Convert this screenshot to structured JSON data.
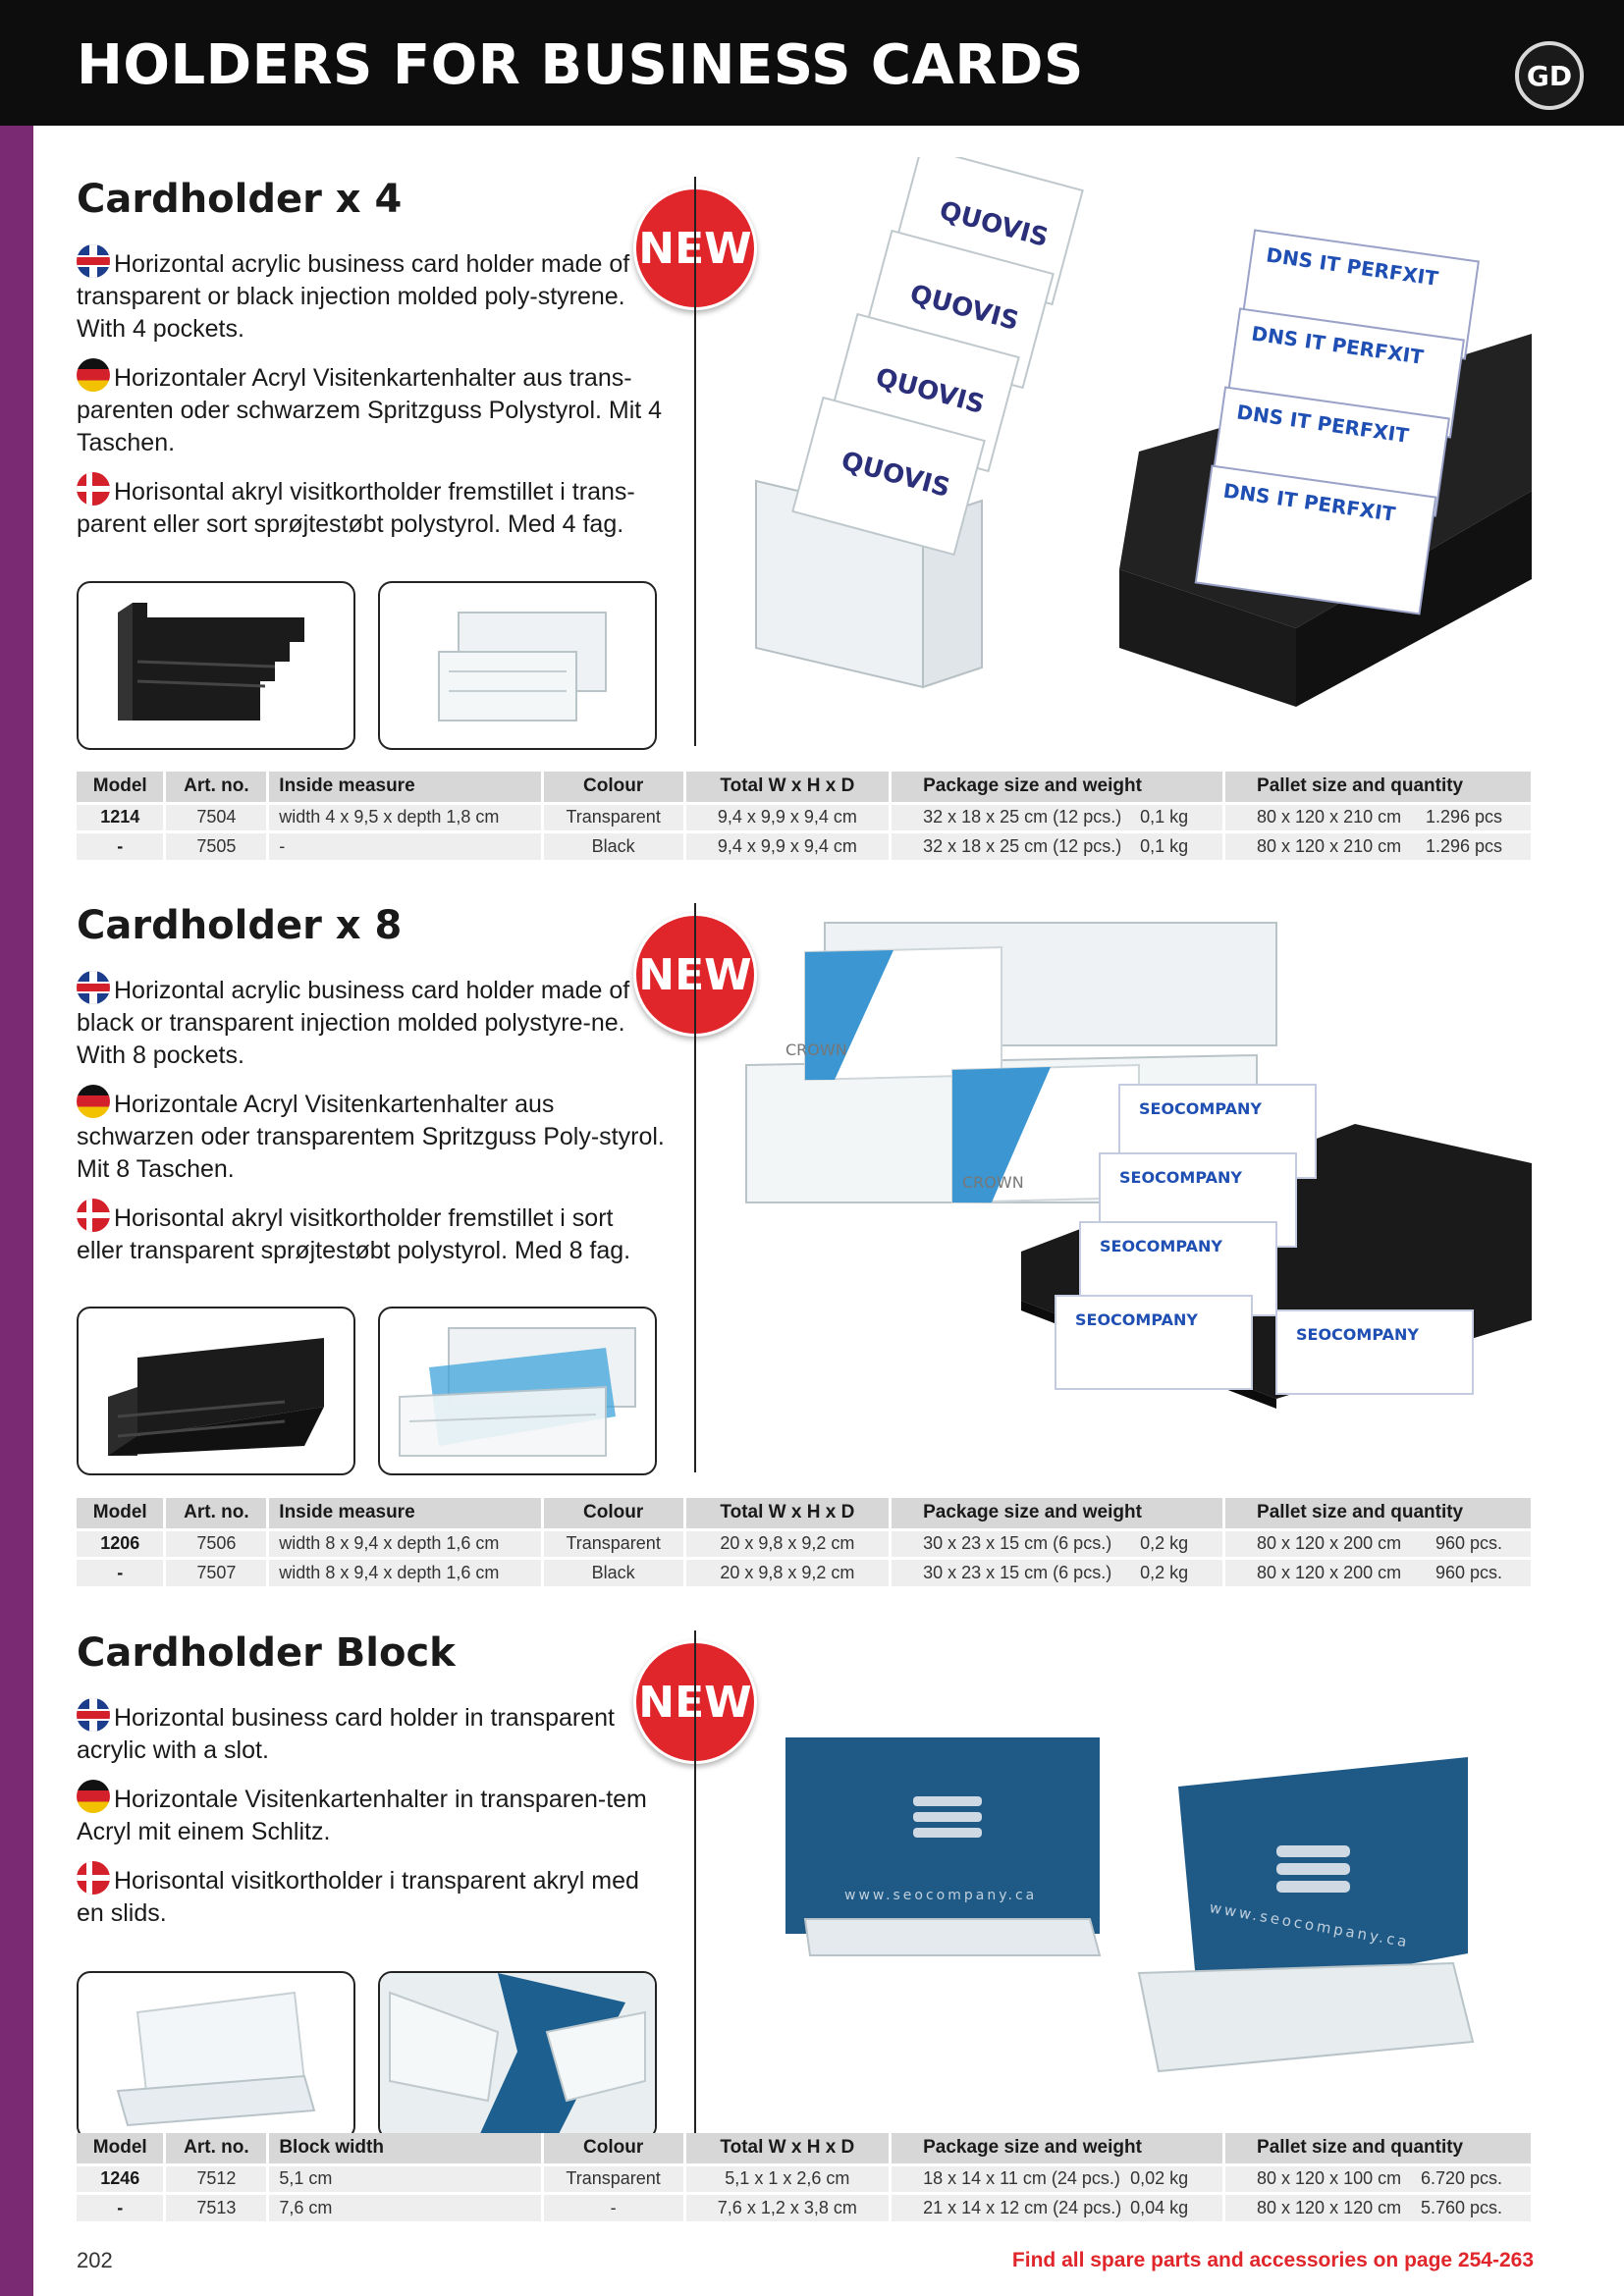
{
  "header": {
    "title": "HOLDERS FOR BUSINESS CARDS",
    "logo_text": "GD"
  },
  "table_headers": {
    "model": "Model",
    "art_no": "Art. no.",
    "inside_measure": "Inside measure",
    "block_width": "Block width",
    "colour": "Colour",
    "total": "Total W x H x D",
    "package": "Package size and weight",
    "pallet": "Pallet size and quantity"
  },
  "badge": "NEW",
  "sections": [
    {
      "title": "Cardholder x 4",
      "en": "Horizontal acrylic business card holder made of transparent or black injection molded poly-styrene. With 4 pockets.",
      "de": "Horizontaler Acryl Visitenkartenhalter aus trans-parenten oder schwarzem Spritzguss Polystyrol. Mit 4 Taschen.",
      "dk": "Horisontal akryl visitkortholder fremstillet i trans-parent eller sort sprøjtestøbt polystyrol. Med 4 fag.",
      "rows": [
        {
          "model": "1214",
          "art": "7504",
          "measure": "width 4 x 9,5 x depth 1,8 cm",
          "colour": "Transparent",
          "total": "9,4 x 9,9 x 9,4 cm",
          "pkg": "32 x 18 x 25 cm (12 pcs.)",
          "weight": "0,1 kg",
          "pallet": "80 x 120 x 210 cm",
          "qty": "1.296 pcs"
        },
        {
          "model": "-",
          "art": "7505",
          "measure": "-",
          "colour": "Black",
          "total": "9,4 x 9,9 x 9,4 cm",
          "pkg": "32 x 18 x 25 cm (12 pcs.)",
          "weight": "0,1 kg",
          "pallet": "80 x 120 x 210 cm",
          "qty": "1.296 pcs"
        }
      ],
      "cards": {
        "left": "QUOVIS",
        "right": "DNS IT PERFXIT"
      }
    },
    {
      "title": "Cardholder x 8",
      "en": "Horizontal acrylic business card holder made of black or transparent injection molded polystyre-ne. With 8 pockets.",
      "de": "Horizontale Acryl Visitenkartenhalter aus schwarzen oder transparentem Spritzguss Poly-styrol. Mit 8 Taschen.",
      "dk": "Horisontal akryl visitkortholder fremstillet i sort eller transparent sprøjtestøbt polystyrol. Med 8 fag.",
      "rows": [
        {
          "model": "1206",
          "art": "7506",
          "measure": "width 8 x 9,4 x depth 1,6 cm",
          "colour": "Transparent",
          "total": "20 x 9,8 x 9,2 cm",
          "pkg": "30 x 23 x 15 cm (6 pcs.)",
          "weight": "0,2 kg",
          "pallet": "80 x 120 x 200 cm",
          "qty": "960 pcs."
        },
        {
          "model": "-",
          "art": "7507",
          "measure": "width 8 x 9,4 x depth 1,6 cm",
          "colour": "Black",
          "total": "20 x 9,8 x 9,2 cm",
          "pkg": "30 x 23 x 15 cm (6 pcs.)",
          "weight": "0,2 kg",
          "pallet": "80 x 120 x 200 cm",
          "qty": "960 pcs."
        }
      ],
      "cards": {
        "left": "CROWN",
        "right": "SEOCOMPANY"
      }
    },
    {
      "title": "Cardholder Block",
      "en": "Horizontal business card holder in transparent acrylic with a slot.",
      "de": "Horizontale Visitenkartenhalter in transparen-tem Acryl mit einem Schlitz.",
      "dk": "Horisontal visitkortholder i transparent akryl med en slids.",
      "rows": [
        {
          "model": "1246",
          "art": "7512",
          "measure": "5,1 cm",
          "colour": "Transparent",
          "total": "5,1 x 1 x 2,6 cm",
          "pkg": "18 x 14 x 11 cm (24 pcs.)",
          "weight": "0,02 kg",
          "pallet": "80 x 120 x 100 cm",
          "qty": "6.720 pcs."
        },
        {
          "model": "-",
          "art": "7513",
          "measure": "7,6 cm",
          "colour": "-",
          "total": "7,6 x 1,2 x 3,8 cm",
          "pkg": "21 x 14 x 12 cm (24 pcs.)",
          "weight": "0,04 kg",
          "pallet": "80 x 120 x 120 cm",
          "qty": "5.760 pcs."
        }
      ],
      "cards": {
        "left": "www.seocompany.ca",
        "right": "www.seocompany.ca"
      }
    }
  ],
  "footer": {
    "page": "202",
    "note": "Find all spare parts and accessories on page 254-263"
  },
  "colors": {
    "accent": "#e0262b",
    "sidebar": "#7a2a73",
    "header": "#0d0d0d"
  }
}
